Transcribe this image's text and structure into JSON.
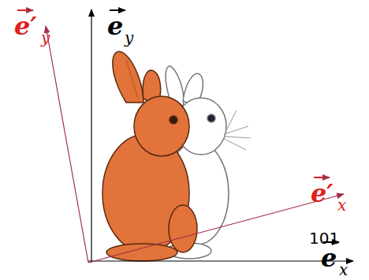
{
  "diagram": {
    "labels": [
      "e",
      "y",
      "e′",
      "y",
      "e′",
      "x",
      "e",
      "x",
      "101"
    ]
  }
}
